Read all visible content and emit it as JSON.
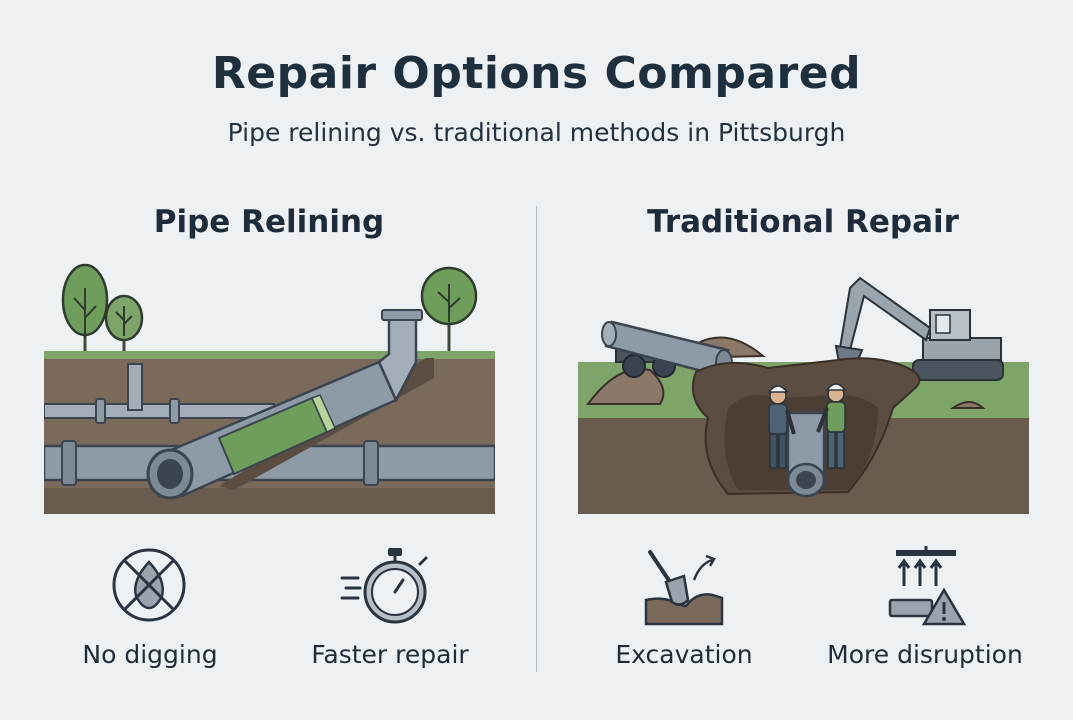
{
  "header": {
    "title": "Repair Options Compared",
    "subtitle": "Pipe relining vs. traditional methods in Pittsburgh"
  },
  "left": {
    "title": "Pipe Relining",
    "features": [
      {
        "label": "No digging",
        "icon": "no-digging-icon"
      },
      {
        "label": "Faster repair",
        "icon": "stopwatch-icon"
      }
    ]
  },
  "right": {
    "title": "Traditional Repair",
    "features": [
      {
        "label": "Excavation",
        "icon": "shovel-icon"
      },
      {
        "label": "More disruption",
        "icon": "disruption-warning-icon"
      }
    ]
  },
  "colors": {
    "background": "#eef1f4",
    "soil": "#7a6a5c",
    "grass": "#7ea46a",
    "pipe": "#8e9ba6",
    "liner": "#6f9e5c"
  }
}
